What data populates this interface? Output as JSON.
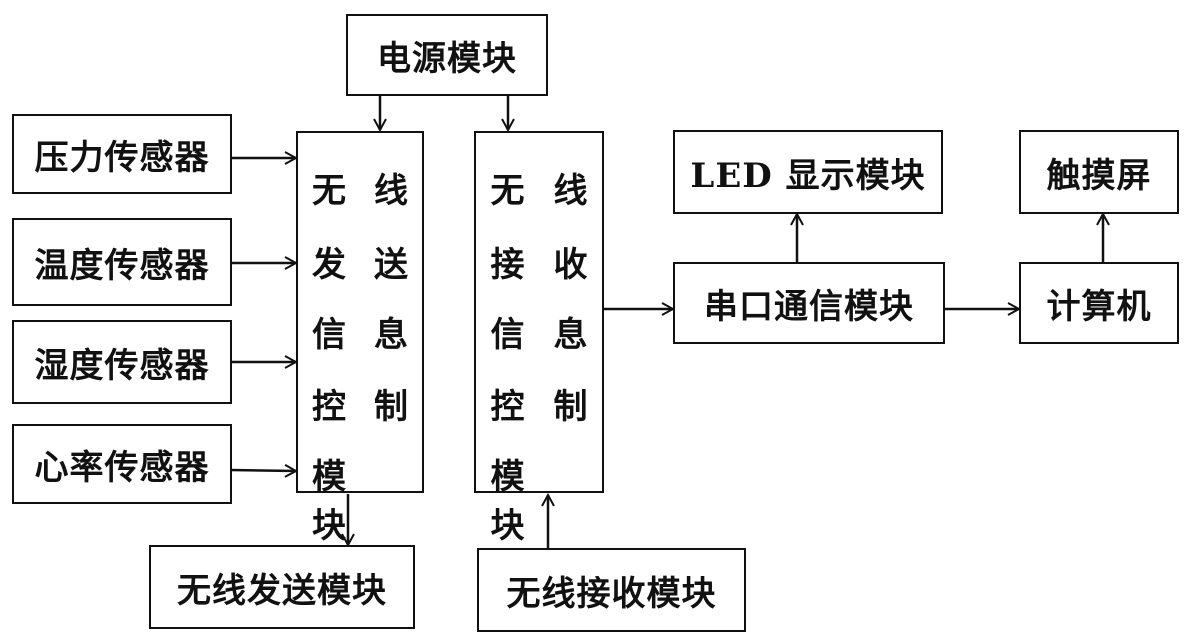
{
  "power": "电源模块",
  "sensors": [
    "压力传感器",
    "温度传感器",
    "湿度传感器",
    "心率传感器"
  ],
  "tx_ctrl": [
    [
      "无",
      "线"
    ],
    [
      "发",
      "送"
    ],
    [
      "信",
      "息"
    ],
    [
      "控",
      "制"
    ],
    [
      "模块",
      ""
    ]
  ],
  "rx_ctrl": [
    [
      "无",
      "线"
    ],
    [
      "接",
      "收"
    ],
    [
      "信",
      "息"
    ],
    [
      "控",
      "制"
    ],
    [
      "模块",
      ""
    ]
  ],
  "tx_module": "无线发送模块",
  "rx_module": "无线接收模块",
  "led": "LED 显示模块",
  "serial": "串口通信模块",
  "touch": "触摸屏",
  "computer": "计算机"
}
